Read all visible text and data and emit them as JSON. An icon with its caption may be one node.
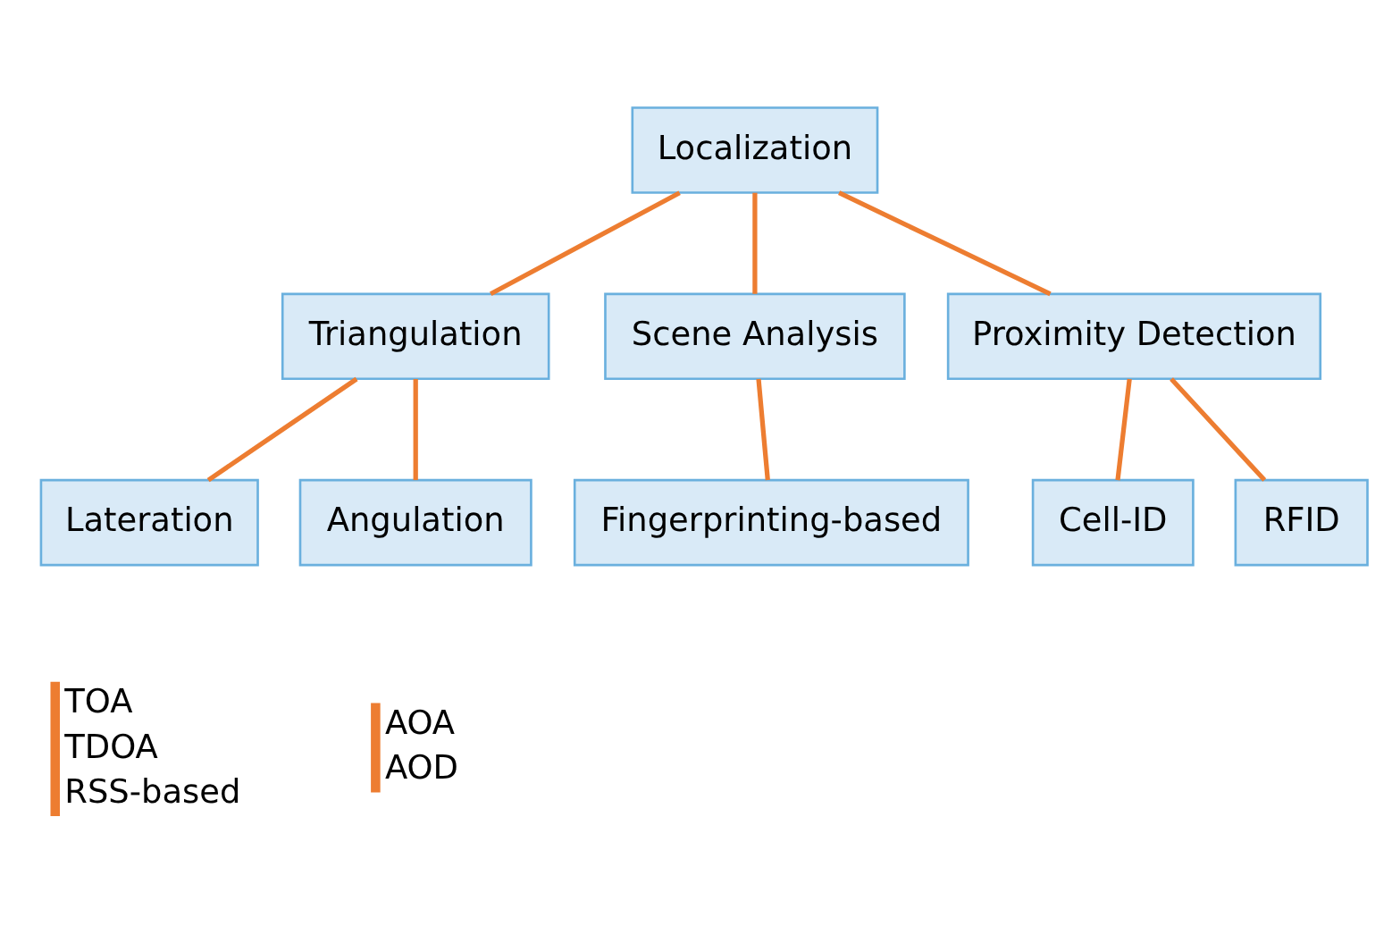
{
  "diagram": {
    "nodes": [
      {
        "text": [
          "Localization"
        ]
      },
      {
        "text": [
          "Triangulation"
        ]
      },
      {
        "text": [
          "Scene Analysis"
        ]
      },
      {
        "text": [
          "Proximity Detection"
        ]
      },
      {
        "text": [
          "Lateration"
        ],
        "beside": [
          "TOA",
          "TDOA",
          "RSS-based"
        ]
      },
      {
        "text": [
          "Angulation"
        ],
        "beside": [
          "AOA",
          "AOD"
        ]
      },
      {
        "text": [
          "Fingerprinting-based"
        ]
      },
      {
        "text": [
          "Cell-ID"
        ]
      },
      {
        "text": [
          "RFID"
        ]
      }
    ],
    "edges": [
      {
        "from": 0,
        "to": 1,
        "arrow": "none"
      },
      {
        "from": 0,
        "to": 2,
        "arrow": "none"
      },
      {
        "from": 0,
        "to": 3,
        "arrow": "none"
      },
      {
        "from": 1,
        "to": 4,
        "arrow": "none"
      },
      {
        "from": 1,
        "to": 5,
        "arrow": "none"
      },
      {
        "from": 2,
        "to": 6,
        "arrow": "none"
      },
      {
        "from": 3,
        "to": 7,
        "arrow": "none"
      },
      {
        "from": 3,
        "to": 8,
        "arrow": "none"
      }
    ]
  }
}
